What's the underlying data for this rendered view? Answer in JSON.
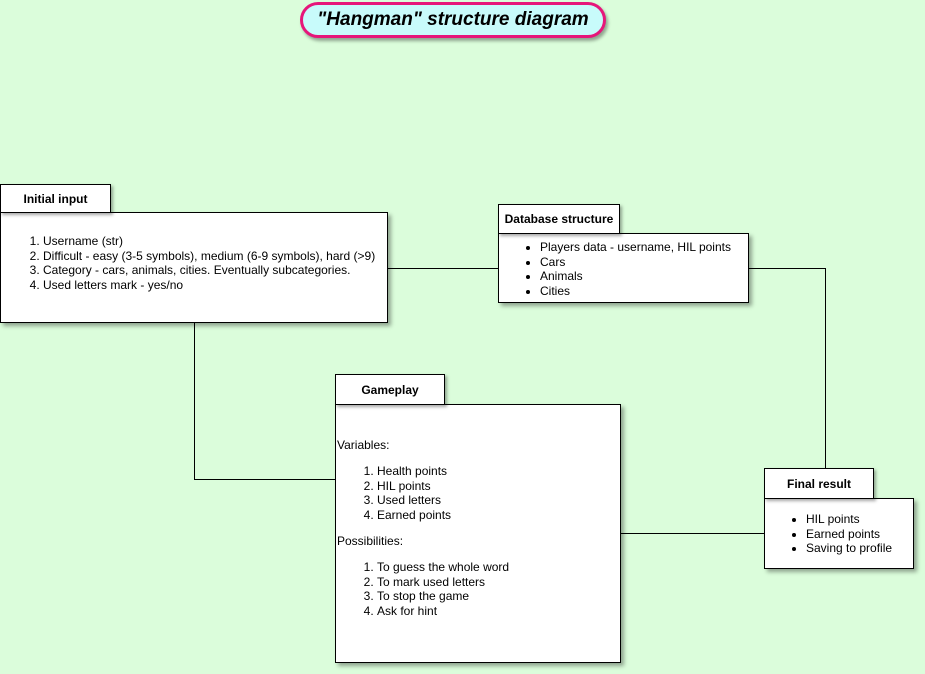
{
  "title": "\"Hangman\" structure diagram",
  "initial_input": {
    "tab_label": "Initial input",
    "items": [
      "Username (str)",
      "Difficult - easy (3-5 symbols), medium (6-9 symbols), hard (>9)",
      "Category - cars, animals, cities. Eventually subcategories.",
      "Used letters mark - yes/no"
    ]
  },
  "database_structure": {
    "tab_label": "Database structure",
    "items": [
      "Players data - username, HIL points",
      "Cars",
      "Animals",
      "Cities"
    ]
  },
  "gameplay": {
    "tab_label": "Gameplay",
    "variables_heading": "Variables:",
    "variables": [
      "Health points",
      "HIL points",
      "Used letters",
      "Earned points"
    ],
    "possibilities_heading": "Possibilities:",
    "possibilities": [
      "To guess the whole word",
      "To mark used letters",
      "To stop the game",
      "Ask for hint"
    ]
  },
  "final_result": {
    "tab_label": "Final result",
    "items": [
      "HIL points",
      "Earned points",
      "Saving to profile"
    ]
  }
}
